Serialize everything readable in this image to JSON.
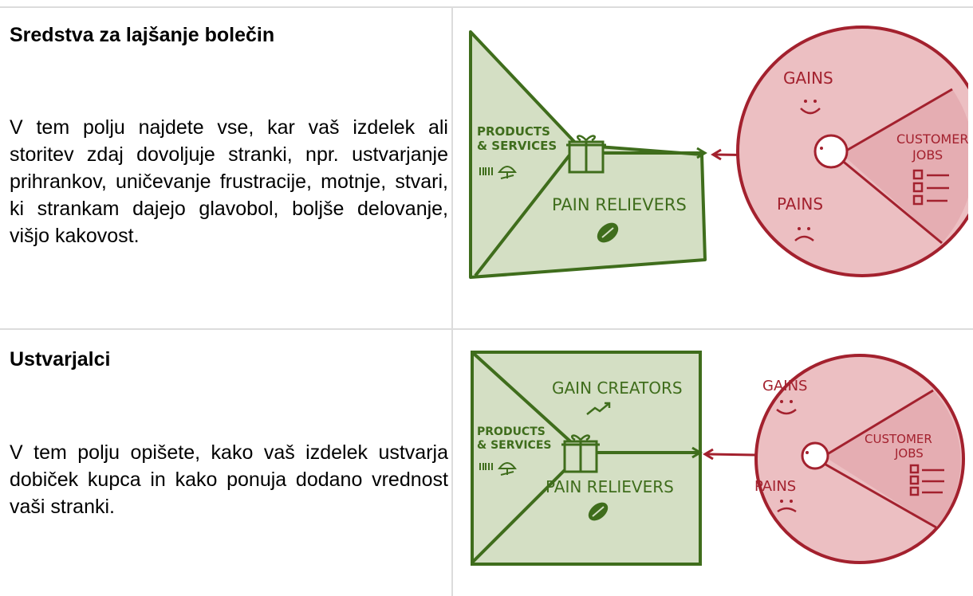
{
  "rows": [
    {
      "heading": "Sredstva za lajšanje bolečin",
      "paragraph": "V tem polju najdete vse, kar vaš izdelek ali storitev zdaj dovoljuje stranki, npr. ustvarjanje prihrankov, uničevanje frustracije, motnje, stvari, ki strankam dajejo glavobol, boljše delovanje, višjo kakovost.",
      "illustration": {
        "products_line1": "PRODUCTS",
        "products_line2": "& SERVICES",
        "pain_relievers": "PAIN RELIEVERS",
        "gains": "GAINS",
        "pains": "PAINS",
        "customer_line1": "CUSTOMER",
        "customer_line2": "JOBS"
      }
    },
    {
      "heading": "Ustvarjalci",
      "paragraph": "V tem polju opišete, kako vaš izdelek ustvarja dobiček kupca in kako ponuja dodano vrednost vaši stranki.",
      "illustration": {
        "gain_creators": "GAIN CREATORS",
        "products_line1": "PRODUCTS",
        "products_line2": "& SERVICES",
        "pain_relievers": "PAIN RELIEVERS",
        "gains": "GAINS",
        "pains": "PAINS",
        "customer_line1": "CUSTOMER",
        "customer_line2": "JOBS"
      }
    }
  ],
  "colors": {
    "green_fill": "#d4dfc4",
    "green_stroke": "#3f6d1c",
    "red_fill": "#ecbfc2",
    "red_stroke": "#a3212e",
    "border": "#dcdcdc"
  }
}
